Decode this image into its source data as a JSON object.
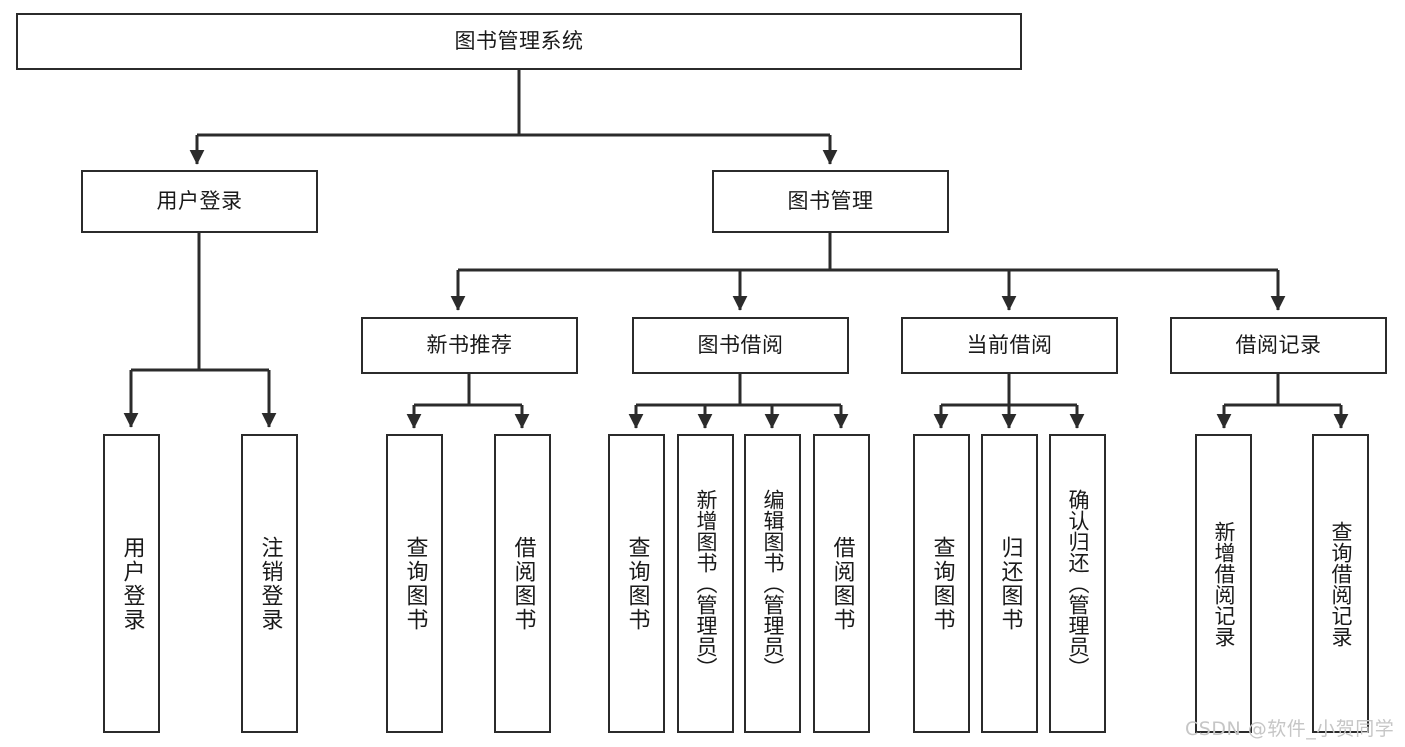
{
  "diagram": {
    "type": "tree-hierarchy-chart",
    "title": "图书管理系统",
    "line_color": "#2b2b2b",
    "box_fill": "#ffffff",
    "text_color": "#1a1a1a",
    "nodes": {
      "root": {
        "label": "图书管理系统"
      },
      "level1": [
        {
          "id": "user-login",
          "label": "用户登录"
        },
        {
          "id": "book-management",
          "label": "图书管理"
        }
      ],
      "level2": [
        {
          "id": "new-book-recommend",
          "label": "新书推荐"
        },
        {
          "id": "book-borrow",
          "label": "图书借阅"
        },
        {
          "id": "current-borrow",
          "label": "当前借阅"
        },
        {
          "id": "borrow-record",
          "label": "借阅记录"
        }
      ],
      "leaves": {
        "user_login": [
          {
            "id": "leaf-user-login",
            "label": "用户登录"
          },
          {
            "id": "leaf-logout-login",
            "label": "注销登录"
          }
        ],
        "new_book_recommend": [
          {
            "id": "leaf-query-book-1",
            "label": "查询图书"
          },
          {
            "id": "leaf-borrow-book-1",
            "label": "借阅图书"
          }
        ],
        "book_borrow": [
          {
            "id": "leaf-query-book-2",
            "label": "查询图书"
          },
          {
            "id": "leaf-add-book-admin",
            "label": "新增图书（管理员）"
          },
          {
            "id": "leaf-edit-book-admin",
            "label": "编辑图书（管理员）"
          },
          {
            "id": "leaf-borrow-book-2",
            "label": "借阅图书"
          }
        ],
        "current_borrow": [
          {
            "id": "leaf-query-book-3",
            "label": "查询图书"
          },
          {
            "id": "leaf-return-book",
            "label": "归还图书"
          },
          {
            "id": "leaf-confirm-return-admin",
            "label": "确认归还（管理员）"
          }
        ],
        "borrow_record": [
          {
            "id": "leaf-add-borrow-record",
            "label": "新增借阅记录"
          },
          {
            "id": "leaf-query-borrow-record",
            "label": "查询借阅记录"
          }
        ]
      }
    }
  },
  "watermark": {
    "text": "CSDN @软件_小贺同学",
    "color": "#c6c6c6"
  }
}
